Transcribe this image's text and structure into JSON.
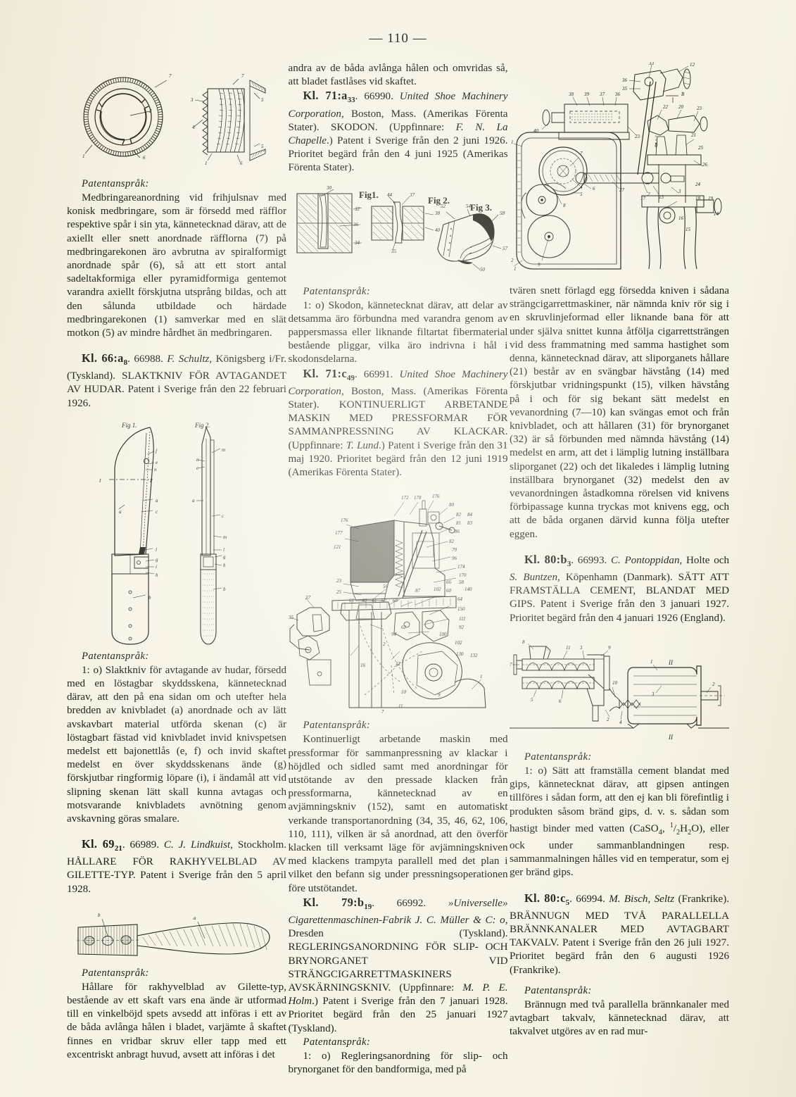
{
  "page": {
    "folio": "— 110 —",
    "language": "sv",
    "paper_color": "#f7f4e6",
    "ink_color": "#2a2620"
  },
  "col1": {
    "fig_top": {
      "labels_left": [
        "7",
        "2",
        "6",
        "1"
      ],
      "labels_right": [
        "7",
        "3",
        "5",
        "4",
        "5",
        "1",
        "6"
      ]
    },
    "claim_head_1": "Patentanspråk:",
    "claim_1": "Medbringareanordning vid frihjulsnav med konisk medbringare, som är försedd med räfflor respektive spår i sin yta, kännetecknad därav, att de axiellt eller snett anordnade räfflorna (7) på medbringarekonen äro avbrutna av spiralformigt anordnade spår (6), så att ett stort antal sadeltakformiga eller pyramidformiga gentemot varandra axiellt förskjutna utsprång bildas, och att den sålunda utbildade och härdade medbringarekonen (1) samverkar med en slät motkon (5) av mindre hårdhet än medbringaren.",
    "entry_66988": {
      "kl": "Kl. 66:",
      "kl_sub_letter": "a",
      "kl_sub_num": "8",
      "number": ". 66988. ",
      "inventor": "F. Schultz",
      "rest": ", Königsberg i/Fr. (Tyskland). SLAKTKNIV FÖR AVTAGANDET AV HUDAR. Patent i Sverige från den 22 februari 1926."
    },
    "fig_knife": {
      "title_1": "Fig 1.",
      "title_2": "Fig 2.",
      "labels": [
        "f",
        "e",
        "n",
        "I",
        "I",
        "a",
        "a",
        "c",
        "l",
        "g",
        "i",
        "h",
        "b",
        "m",
        "n",
        "e",
        "a",
        "c",
        "m",
        "l",
        "g",
        "h",
        "b"
      ]
    },
    "claim_head_2": "Patentanspråk:",
    "claim_2": "1: o) Slaktkniv för avtagande av hudar, försedd med en löstagbar skyddsskena, kännetecknad därav, att den på ena sidan om och utefter hela bredden av knivbladet (a) anordnade och av lätt avskavbart material utförda skenan (c) är löstagbart fästad vid knivbladet invid knivspetsen medelst ett bajonettlås (e, f) och invid skaftet medelst en över skyddsskenans ände (g) förskjutbar ringformig löpare (i), i ändamål att vid slipning skenan lätt skall kunna avtagas och motsvarande knivbladets avnötning genom avskavning göras smalare.",
    "entry_66989": {
      "kl": "Kl. 69",
      "kl_sub_num": "21",
      "number": ". 66989. ",
      "inventor": "C. J. Lindkuist",
      "rest": ", Stockholm. HÅLLARE FÖR RAKHYVELBLAD AV GILETTE-TYP. Patent i Sverige från den 5 april 1928."
    },
    "fig_razor": {
      "labels": [
        "b",
        "a"
      ]
    },
    "claim_head_3": "Patentanspråk:",
    "claim_3": "Hållare för rakhyvelblad av Gilette-typ, bestående av ett skaft vars ena ände är utformad till en vinkelböjd spets avsedd att införas i ett av de båda avlånga hålen i bladet, varjämte å skaftet finnes en vridbar skruv eller tapp med ett excentriskt anbragt huvud, avsett att införas i det"
  },
  "col2": {
    "carryover": "andra av de båda avlånga hålen och omvridas så, att bladet fastlåses vid skaftet.",
    "entry_66990": {
      "kl": "Kl. 71:",
      "kl_sub_letter": "a",
      "kl_sub_num": "33",
      "number": ". 66990. ",
      "assignee": "United Shoe Machinery Corporation",
      "rest1": ", Boston, Mass. (Amerikas Förenta Stater). SKODON. (Uppfinnare: ",
      "inventor": "F. N. La Chapelle",
      "rest2": ".) Patent i Sverige från den 2 juni 1926. Prioritet begärd från den 4 juni 1925 (Amerikas Förenta Stater)."
    },
    "fig_shoe": {
      "title_1": "Fig1.",
      "title_2": "Fig 2.",
      "title_3": "Fig 3.",
      "labels_fig1": [
        "30",
        "32",
        "36",
        "34"
      ],
      "labels_fig2": [
        "44",
        "37",
        "38",
        "40",
        "35"
      ],
      "labels_fig3": [
        "52",
        "54",
        "58",
        "57",
        "50"
      ]
    },
    "claim_head_1": "Patentanspråk:",
    "claim_1": "1: o) Skodon, kännetecknat därav, att delar av detsamma äro förbundna med varandra genom av pappersmassa eller liknande filtartat fibermaterial bestående pliggar, vilka äro indrivna i hål i skodonsdelarna.",
    "entry_66991": {
      "kl": "Kl. 71:",
      "kl_sub_letter": "c",
      "kl_sub_num": "49",
      "number": ". 66991. ",
      "assignee": "United Shoe Machinery Corporation",
      "rest1": ", Boston, Mass. (Amerikas Förenta Stater). KONTINUERLIGT ARBETANDE MASKIN MED PRESSFORMAR FÖR SAMMANPRESSNING AV KLACKAR. (Uppfinnare: ",
      "inventor": "T. Lund",
      "rest2": ".) Patent i Sverige från den 31 maj 1920. Prioritet begärd från den 12 juni 1919 (Amerikas Förenta Stater)."
    },
    "fig_machine": {
      "labels": [
        "172",
        "178",
        "176",
        "176",
        "177",
        "121",
        "80",
        "82",
        "84",
        "81",
        "83",
        "86",
        "82",
        "79",
        "96",
        "174",
        "170",
        "23",
        "25",
        "56",
        "66",
        "58",
        "60",
        "140",
        "64",
        "61",
        "40",
        "41",
        "62",
        "68",
        "87",
        "102",
        "150",
        "111",
        "92",
        "37",
        "35",
        "62",
        "100",
        "102",
        "130",
        "94",
        "2",
        "16",
        "12",
        "152",
        "1",
        "11",
        "9",
        "10",
        "7"
      ]
    },
    "claim_head_2": "Patentanspråk:",
    "claim_2": "Kontinuerligt arbetande maskin med pressformar för sammanpressning av klackar i höjdled och sidled samt med anordningar för utstötande av den pressade klacken från pressformarna, kännetecknad av en avjämningskniv (152), samt en automatiskt verkande transportanordning (34, 35, 46, 62, 106, 110, 111), vilken är så anordnad, att den överför klacken till verksamt läge för avjämningskniven med klackens trampyta parallell med det plan i vilket den befann sig under pressningsoperationen före utstötandet.",
    "entry_66992": {
      "kl": "Kl. 79:",
      "kl_sub_letter": "b",
      "kl_sub_num": "19",
      "number": ". 66992. ",
      "assignee": "»Universelle» Cigarettenmaschinen-Fabrik J. C. Müller & C: o",
      "rest1": ", Dresden (Tyskland). REGLERINGSANORDNING FÖR SLIP- OCH BRYNORGANET VID STRÄNGCIGARRETTMASKINERS AVSKÄRNINGSKNIV. (Uppfinnare: ",
      "inventor": "M. P. E. Holm",
      "rest2": ".) Patent i Sverige från den 7 januari 1928. Prioritet begärd från den 25 januari 1927 (Tyskland)."
    },
    "claim_head_3": "Patentanspråk:",
    "claim_3": "1: o) Regleringsanordning för slip- och brynorganet för den bandformiga, med på"
  },
  "col3": {
    "fig_cigarette": {
      "labels": [
        "33",
        "12",
        "36",
        "35",
        "B",
        "38",
        "39",
        "37",
        "36",
        "40",
        "22",
        "20",
        "23",
        "21",
        "23",
        "25",
        "26",
        "1",
        "7",
        "4",
        "6",
        "5",
        "8",
        "27",
        "2",
        "13",
        "3",
        "17",
        "18",
        "19",
        "16",
        "15",
        "14",
        "2",
        "1",
        "9",
        "10",
        "11",
        "24"
      ]
    },
    "carryover": "tvären snett förlagd egg försedda kniven i sådana strängcigarrettmaskiner, när nämnda kniv rör sig i en skruvlinjeformad eller liknande bana för att under själva snittet kunna åtfölja cigarrettsträngen vid dess frammatning med samma hastighet som denna, kännetecknad därav, att sliporganets hållare (21) består av en svängbar hävstång (14) med förskjutbar vridningspunkt (15), vilken hävstång på i och för sig bekant sätt medelst en vevanordning (7—10) kan svängas emot och från knivbladet, och att hållaren (31) för brynorganet (32) är så förbunden med nämnda hävstång (14) medelst en arm, att det i lämplig lutning inställbara sliporganet (22) och det likaledes i lämplig lutning inställbara brynorganet (32) medelst den av vevanordningen åstadkomna rörelsen vid knivens förbipassage kunna tryckas mot knivens egg, och att de båda organen därvid kunna följa utefter eggen.",
    "entry_66993": {
      "kl": "Kl. 80:",
      "kl_sub_letter": "b",
      "kl_sub_num": "3",
      "number": ". 66993. ",
      "inventor1": "C. Pontoppidan",
      "mid": ", Holte och ",
      "inventor2": "S. Buntzen",
      "rest": ", Köpenhamn (Danmark). SÄTT ATT FRAMSTÄLLA CEMENT, BLANDAT MED GIPS. Patent i Sverige från den 3 januari 1927. Prioritet begärd från den 4 januari 1926 (England)."
    },
    "fig_kiln": {
      "labels": [
        "8",
        "11",
        "3",
        "9",
        "7",
        "5",
        "6",
        "10",
        "2",
        "4",
        "1",
        "3",
        "2",
        "II",
        "II"
      ]
    },
    "claim_head_1": "Patentanspråk:",
    "claim_1_a": "1: o) Sätt att framställa cement blandat med gips, kännetecknat därav, att gipsen antingen tillföres i sådan form, att den ej kan bli förefintlig i produkten såsom bränd gips, d. v. s. sådan som hastigt binder med vatten (CaSO",
    "claim_1_sub1": "4",
    "claim_1_b": ", ",
    "claim_1_frac_num": "1",
    "claim_1_frac_den": "2",
    "claim_1_c": "H",
    "claim_1_sub2": "2",
    "claim_1_d": "O), eller ock under sammanblandningen resp. sammanmalningen hålles vid en temperatur, som ej ger bränd gips.",
    "entry_66994": {
      "kl": "Kl. 80:",
      "kl_sub_letter": "c",
      "kl_sub_num": "5",
      "number": ". 66994. ",
      "inventor": "M. Bisch, Seltz",
      "rest": " (Frankrike). BRÄNNUGN MED TVÅ PARALLELLA BRÄNNKANALER MED AVTAGBART TAKVALV. Patent i Sverige från den 26 juli 1927. Prioritet begärd från den 6 augusti 1926 (Frankrike)."
    },
    "claim_head_2": "Patentanspråk:",
    "claim_2": "Brännugn med två parallella brännkanaler med avtagbart takvalv, kännetecknad därav, att takvalvet utgöres av en rad mur-"
  }
}
